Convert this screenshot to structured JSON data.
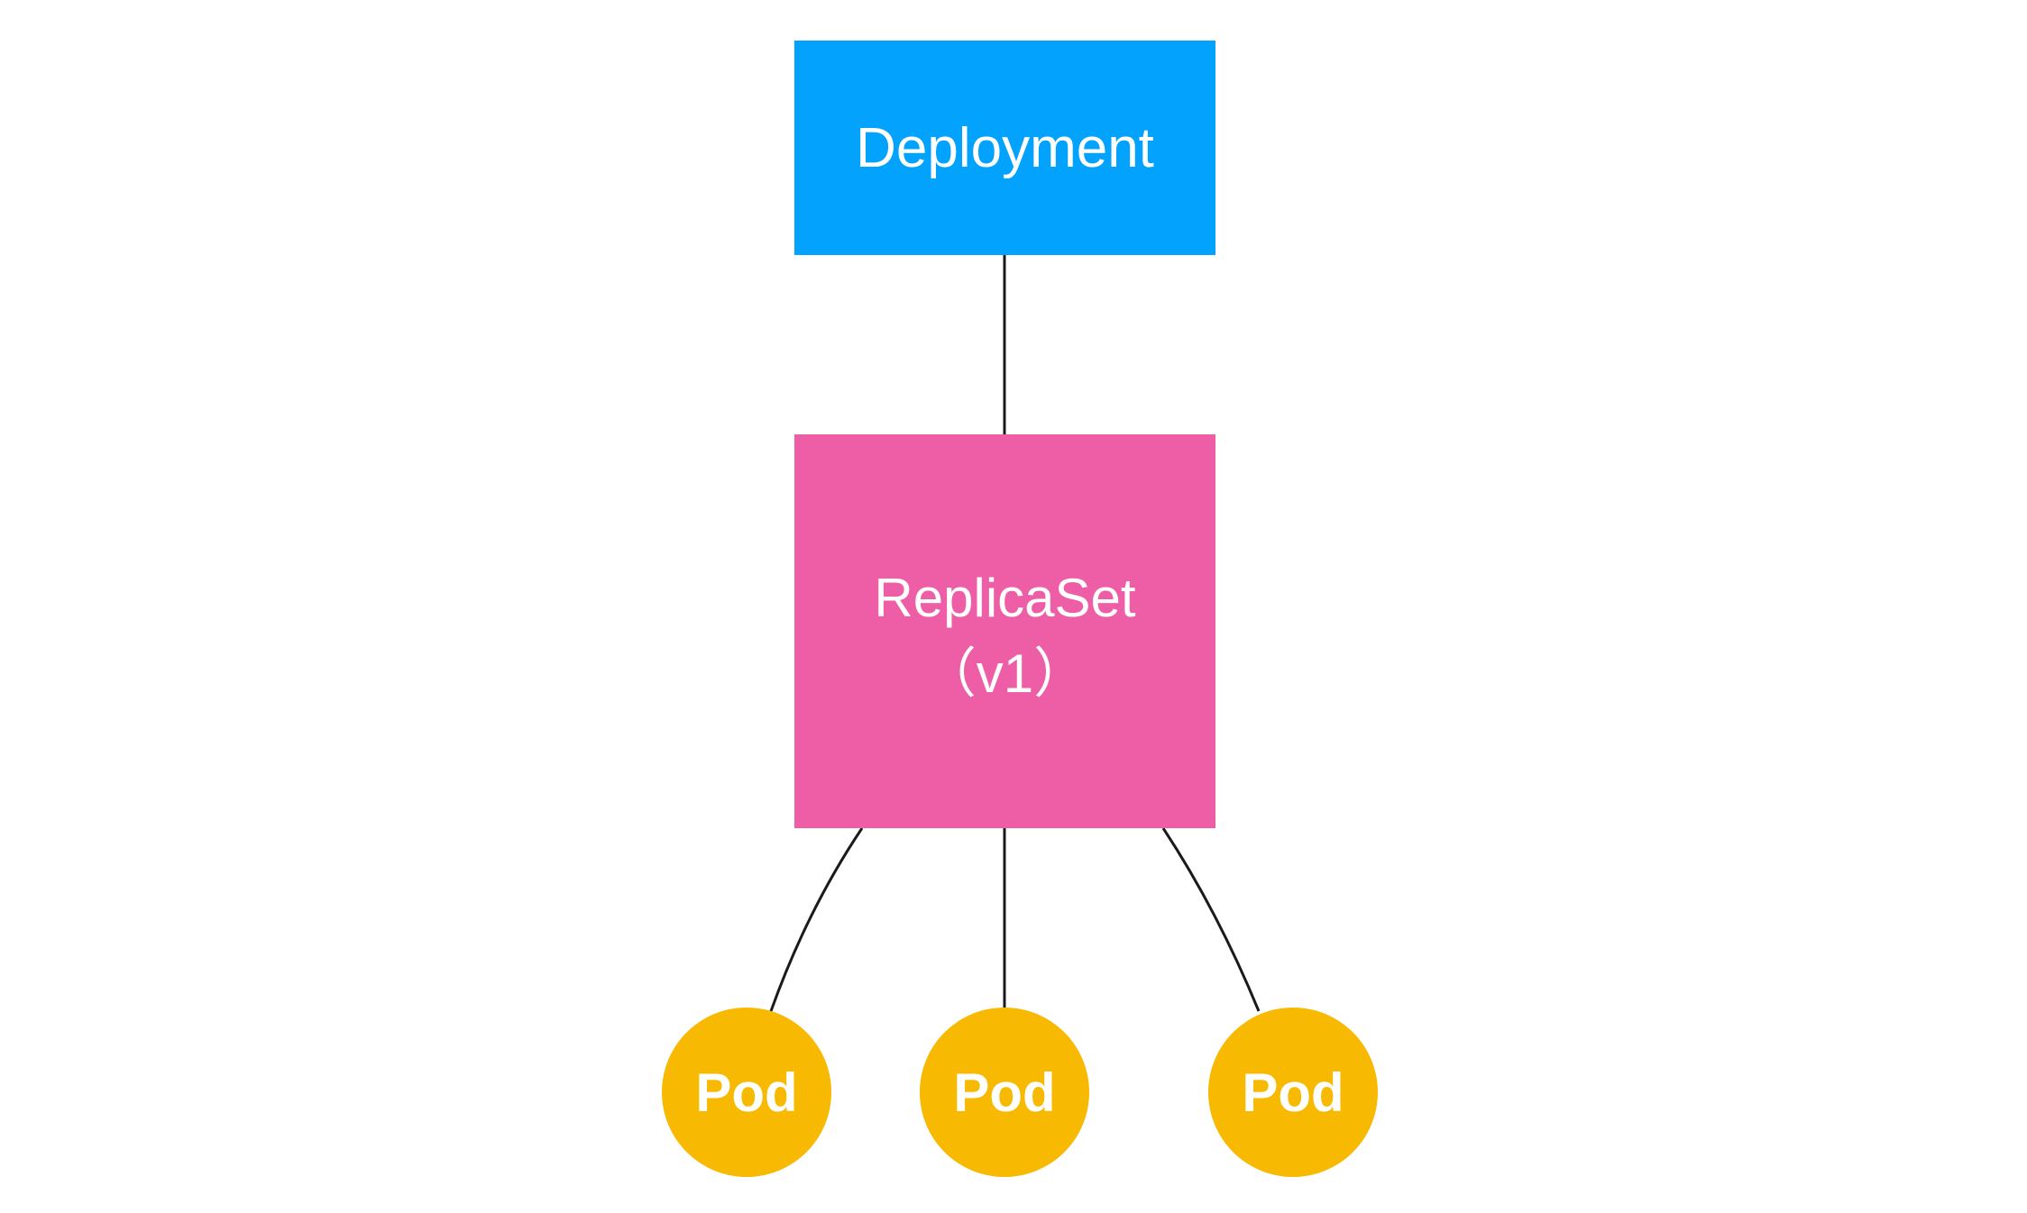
{
  "deployment": {
    "label": "Deployment",
    "color": "#03a2fc"
  },
  "replicaset": {
    "label": "ReplicaSet",
    "version": "（v1）",
    "color": "#ee5ea6"
  },
  "pods": [
    {
      "label": "Pod",
      "color": "#f8b902"
    },
    {
      "label": "Pod",
      "color": "#f8b902"
    },
    {
      "label": "Pod",
      "color": "#f8b902"
    }
  ],
  "connector_color": "#1a1a1a"
}
